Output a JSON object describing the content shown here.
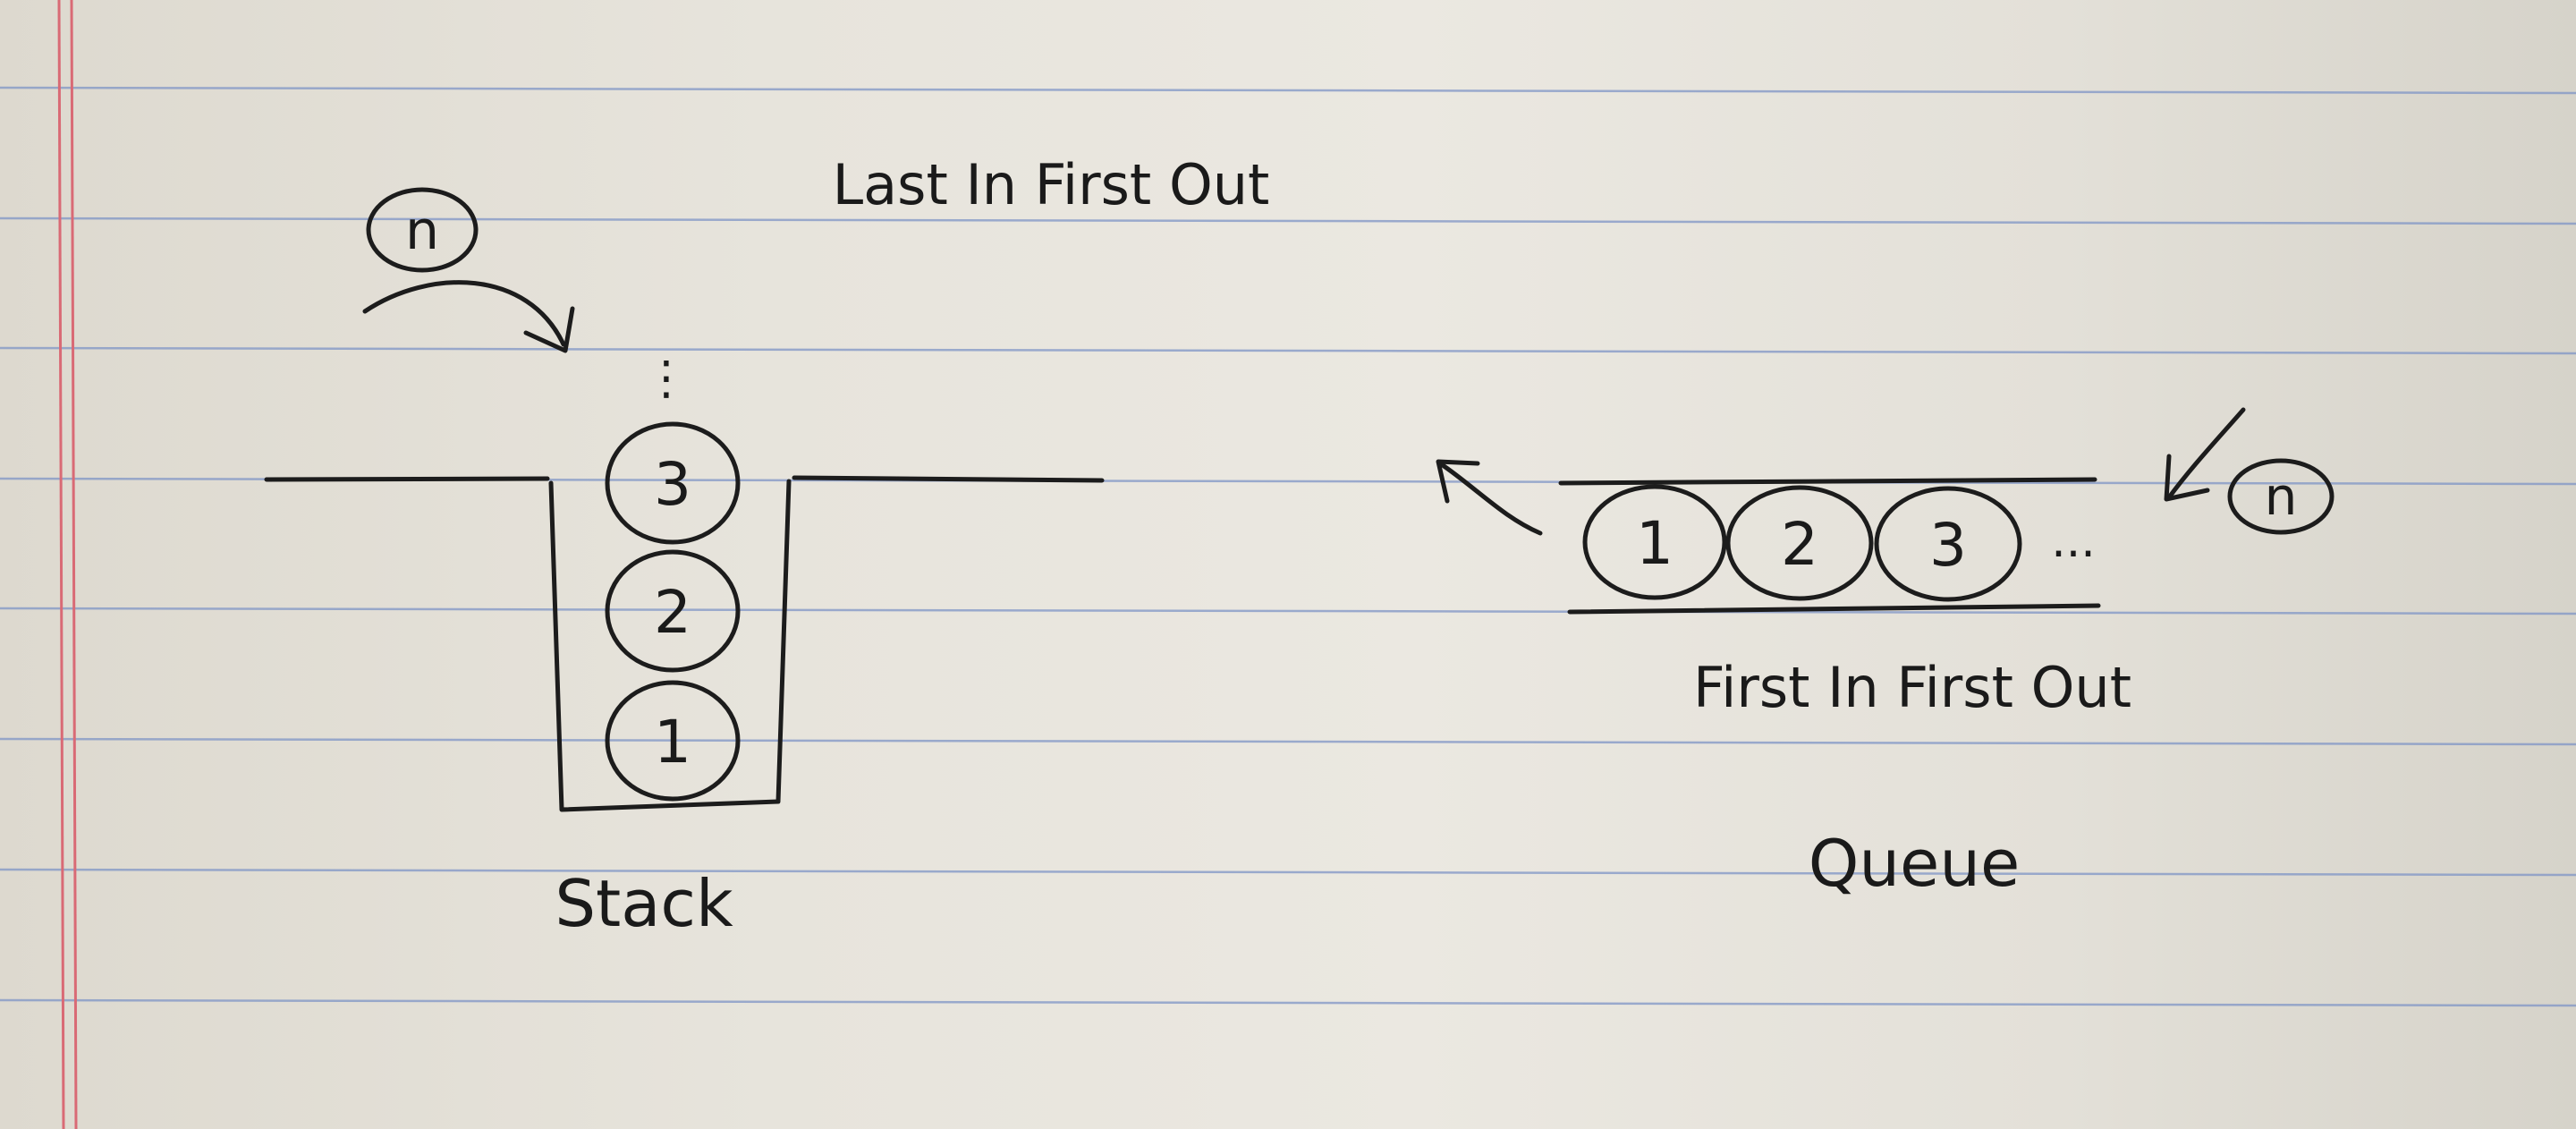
{
  "page": {
    "paper_color": "#e8e5de",
    "rule_color": "#7f95c6",
    "margin_color": "#d96a75",
    "ink_color": "#1c1c1c"
  },
  "stack": {
    "caption": "Stack",
    "principle": "Last In First Out",
    "items": [
      "1",
      "2",
      "3"
    ],
    "incoming_item": "n",
    "continuation": "⋮"
  },
  "queue": {
    "caption": "Queue",
    "principle": "First In First Out",
    "items": [
      "1",
      "2",
      "3"
    ],
    "continuation": "...",
    "incoming_item": "n"
  }
}
